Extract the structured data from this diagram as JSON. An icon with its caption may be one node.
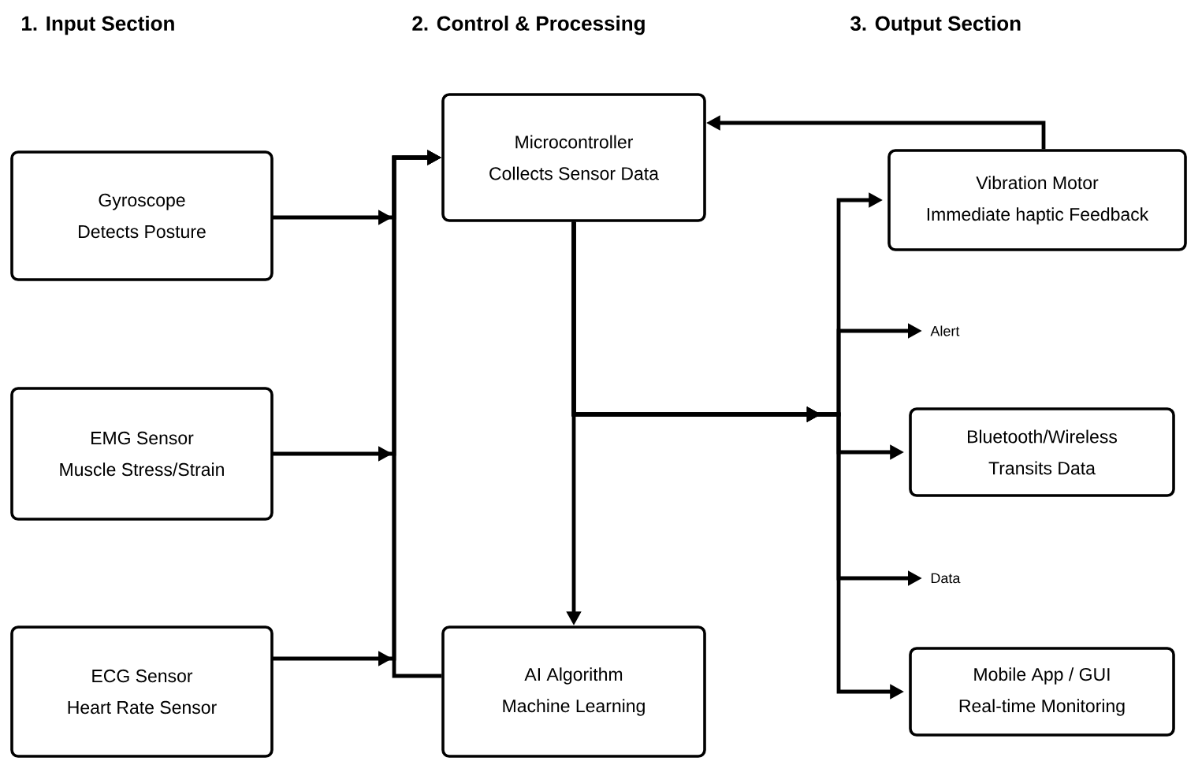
{
  "diagram": {
    "nodes": [
      {
        "text": [
          "Gyroscope",
          "Detects Posture"
        ]
      },
      {
        "text": [
          "EMG Sensor",
          "Muscle Stress/Strain"
        ]
      },
      {
        "text": [
          "ECG Sensor",
          "Heart Rate Sensor"
        ]
      },
      {
        "text": [
          "Microcontroller",
          "Collects Sensor Data"
        ]
      },
      {
        "text": [
          "AI Algorithm",
          "Machine Learning"
        ]
      },
      {
        "text": [
          "Vibration Motor",
          "Immediate haptic Feedback"
        ]
      },
      {
        "text": [
          "Alert"
        ]
      },
      {
        "text": [
          "Bluetooth/Wireless",
          "Transits Data"
        ]
      },
      {
        "text": [
          "Data"
        ]
      },
      {
        "text": [
          "Mobile App / GUI",
          "Real-time Monitoring"
        ]
      }
    ],
    "edges": [
      {
        "from": 0,
        "to": 3,
        "arrow": "to"
      },
      {
        "from": 1,
        "to": 3,
        "arrow": "to"
      },
      {
        "from": 2,
        "to": 3,
        "arrow": "to"
      },
      {
        "from": 4,
        "to": 3,
        "arrow": "to"
      },
      {
        "from": 3,
        "to": 4,
        "arrow": "to"
      },
      {
        "from": 3,
        "to": 5,
        "arrow": "to"
      },
      {
        "from": 3,
        "to": 6,
        "arrow": "to"
      },
      {
        "from": 3,
        "to": 7,
        "arrow": "to"
      },
      {
        "from": 3,
        "to": 8,
        "arrow": "to"
      },
      {
        "from": 3,
        "to": 9,
        "arrow": "to"
      },
      {
        "from": 5,
        "to": 3,
        "arrow": "to"
      }
    ],
    "labels": [
      "1. Input Section",
      "2. Control & Processing",
      "3. Output Section"
    ]
  }
}
